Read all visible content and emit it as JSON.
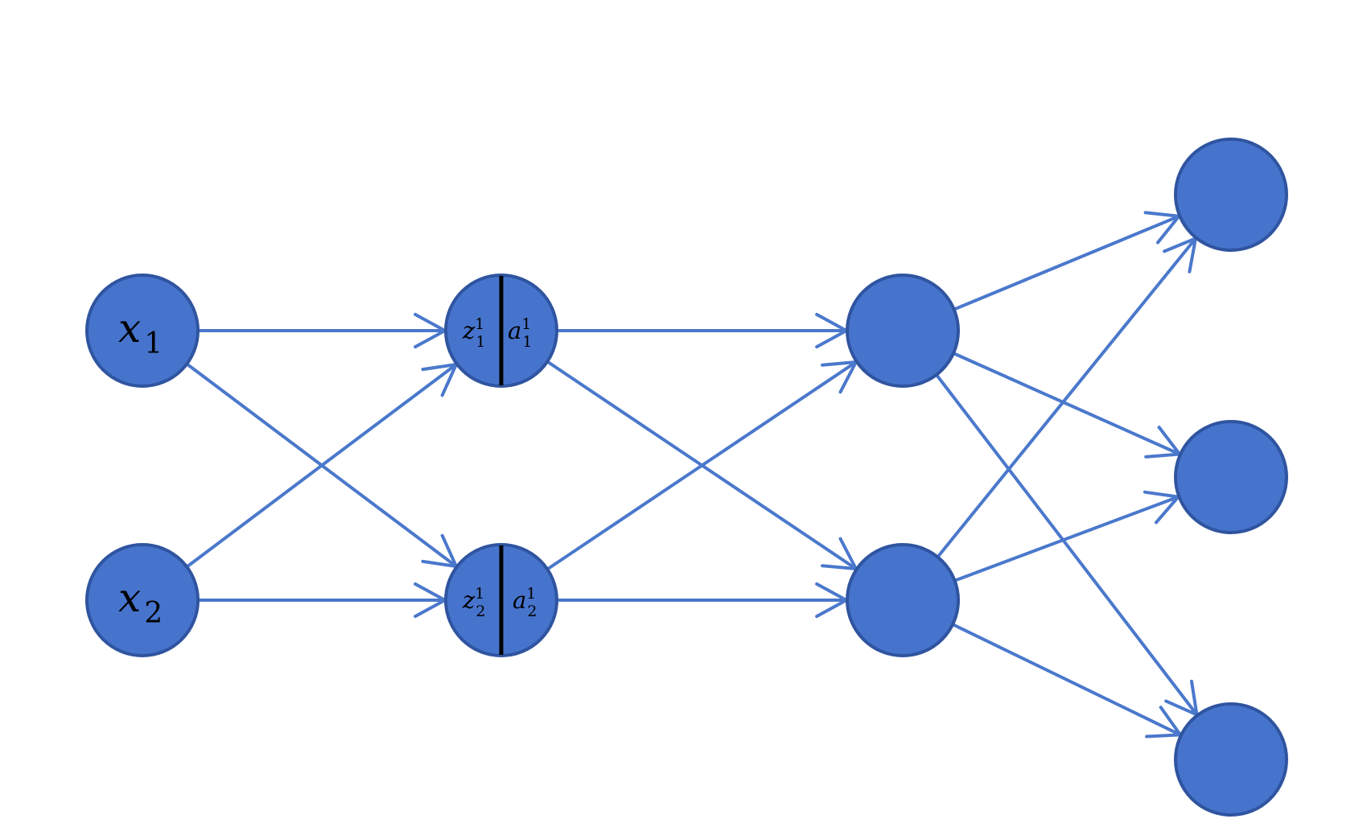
{
  "diagram": {
    "colors": {
      "node_fill": "#4674cd",
      "node_stroke": "#2f54a0",
      "edge": "#4a78cc",
      "divider": "#000000"
    },
    "layers": [
      {
        "nodes": [
          {
            "label": "x",
            "sub": "1",
            "sup": "",
            "label_b": "",
            "sub_b": "",
            "sup_b": "",
            "split": false
          },
          {
            "label": "x",
            "sub": "2",
            "sup": "",
            "label_b": "",
            "sub_b": "",
            "sup_b": "",
            "split": false
          }
        ]
      },
      {
        "nodes": [
          {
            "label": "z",
            "sub": "1",
            "sup": "1",
            "label_b": "a",
            "sub_b": "1",
            "sup_b": "1",
            "split": true
          },
          {
            "label": "z",
            "sub": "2",
            "sup": "1",
            "label_b": "a",
            "sub_b": "2",
            "sup_b": "1",
            "split": true
          }
        ]
      },
      {
        "nodes": [
          {
            "label": "",
            "split": false
          },
          {
            "label": "",
            "split": false
          }
        ]
      },
      {
        "nodes": [
          {
            "label": "",
            "split": false
          },
          {
            "label": "",
            "split": false
          },
          {
            "label": "",
            "split": false
          }
        ]
      }
    ],
    "connections": "fully-connected-adjacent-layers"
  }
}
